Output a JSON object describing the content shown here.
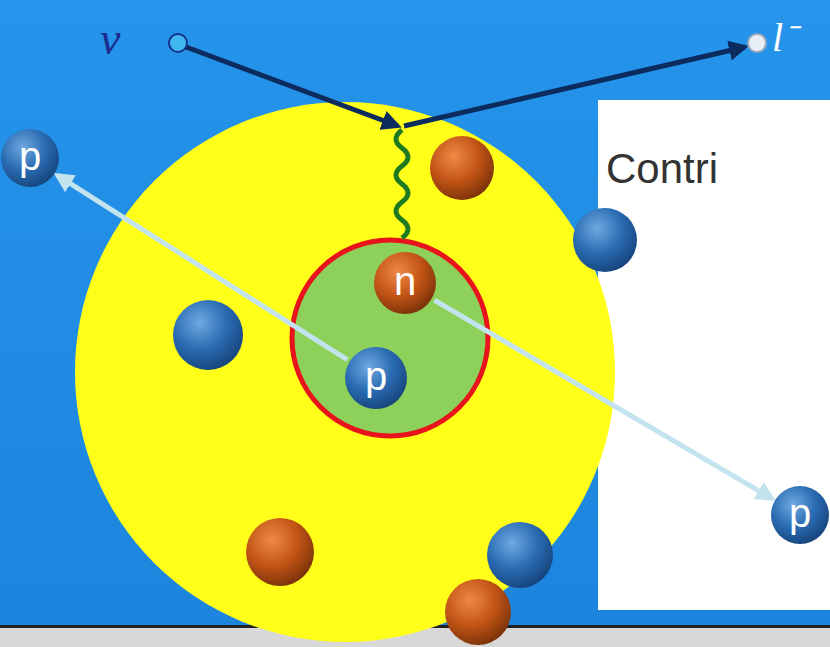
{
  "diagram": {
    "nodes": [
      {
        "text": [
          "p"
        ]
      },
      {
        "text": [
          "n"
        ]
      },
      {
        "text": [
          "p"
        ]
      },
      {
        "text": [
          "p"
        ]
      }
    ],
    "edges": [
      {
        "from": 2,
        "to": 0,
        "arrow": "to"
      },
      {
        "from": 1,
        "to": 3,
        "arrow": "to"
      }
    ],
    "labels": [
      "ν",
      "l⁻",
      "Contri"
    ]
  }
}
